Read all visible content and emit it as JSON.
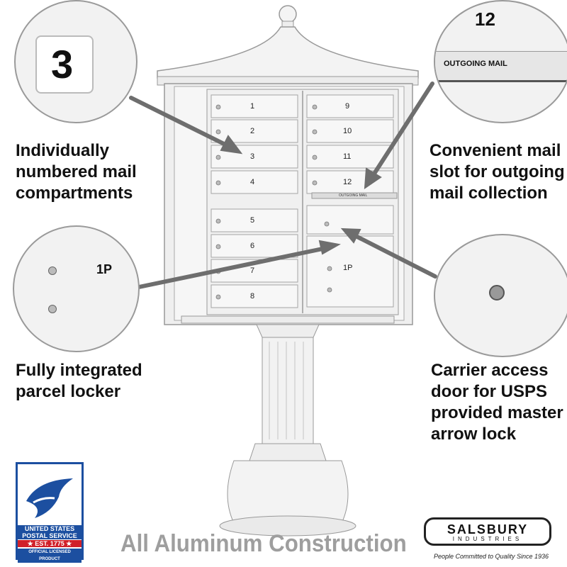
{
  "callouts": {
    "numbered": [
      "Individually",
      "numbered mail",
      "compartments"
    ],
    "outgoing": [
      "Convenient mail",
      "slot for outgoing",
      "mail collection"
    ],
    "parcel": [
      "Fully integrated",
      "parcel locker"
    ],
    "carrier": [
      "Carrier access",
      "door for USPS",
      "provided master",
      "arrow lock"
    ]
  },
  "zoom_numbered": {
    "number": "3"
  },
  "zoom_outgoing": {
    "number": "12",
    "label": "OUTGOING MAIL"
  },
  "zoom_parcel": {
    "label": "1P"
  },
  "compartments_left": [
    "1",
    "2",
    "3",
    "4",
    "5",
    "6",
    "7",
    "8"
  ],
  "compartments_right": [
    "9",
    "10",
    "11",
    "12"
  ],
  "slot_label": "OUTGOING MAIL",
  "parcel_label": "1P",
  "footer": "All Aluminum Construction",
  "usps_logo": {
    "line1": "UNITED STATES",
    "line2": "POSTAL SERVICE",
    "est": "★ EST. 1775 ★",
    "official": "OFFICIAL LICENSED PRODUCT"
  },
  "salsbury_logo": {
    "name": "SALSBURY",
    "sub": "INDUSTRIES",
    "tagline": "People Committed to Quality Since 1936"
  },
  "colors": {
    "mailbox": "#f1f1f1",
    "outline": "#8a8a8a",
    "arrow": "#6e6e6e",
    "usps_blue": "#1c4fa0",
    "usps_red": "#d0202a",
    "footer_text": "#9e9e9e"
  }
}
